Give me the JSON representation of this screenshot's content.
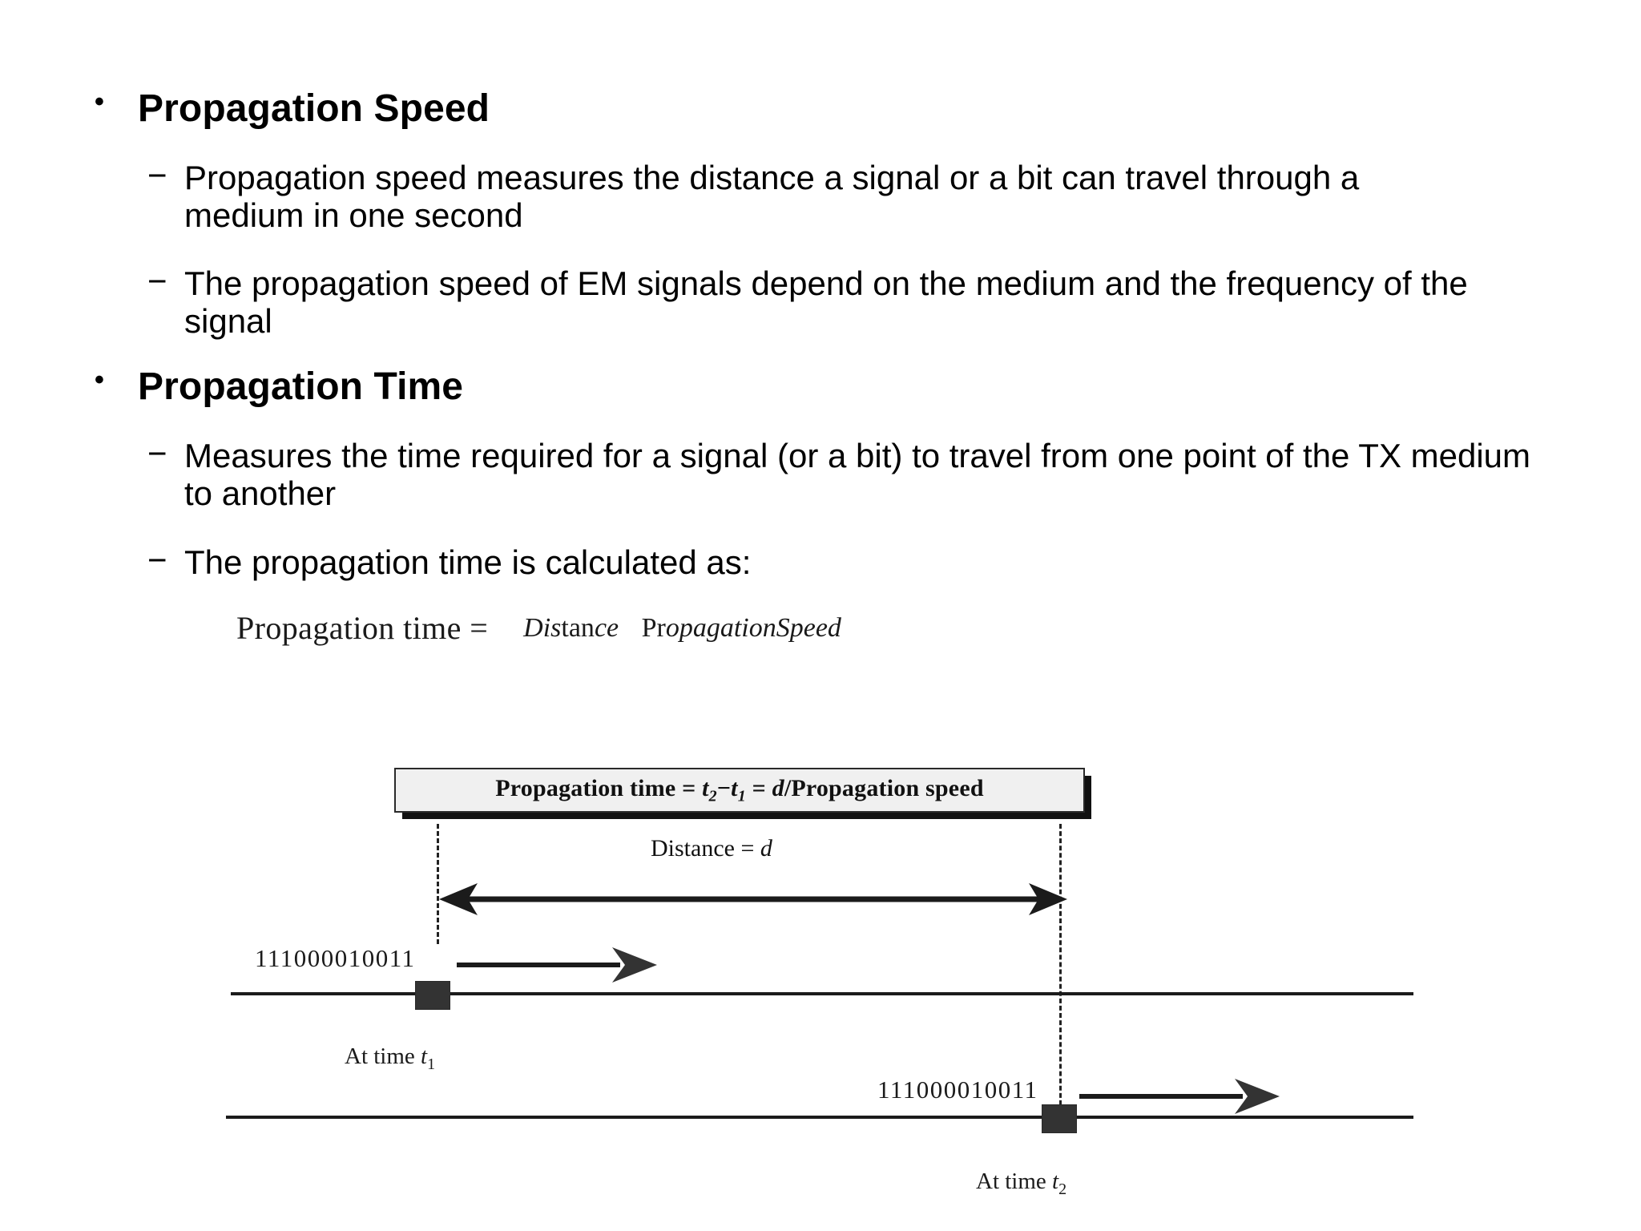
{
  "slide": {
    "bullets": [
      {
        "level": 1,
        "marker": "•",
        "text": "Propagation Speed"
      },
      {
        "level": 2,
        "marker": "−",
        "text": "Propagation speed measures the distance a signal or a bit can travel through a medium in one second"
      },
      {
        "level": 2,
        "marker": "−",
        "text": "The propagation speed of EM signals depend on the medium and the frequency of the signal"
      },
      {
        "level": 1,
        "marker": "•",
        "text": "Propagation Time"
      },
      {
        "level": 2,
        "marker": "−",
        "text": "Measures the time required for a signal (or a bit) to travel from one point of the TX medium to another"
      },
      {
        "level": 2,
        "marker": "−",
        "text": "The propagation time is calculated as:"
      }
    ]
  },
  "equation": {
    "lhs": "Propagation time =",
    "numerator": {
      "italic_part": "Dis",
      "roman_part": "tan",
      "italic_tail": "ce"
    },
    "denominator": {
      "roman_part": "Pr",
      "italic_part": "opagationSpeed"
    },
    "numerator_plain": "Distance",
    "denominator_plain": "Propagation Speed"
  },
  "figure": {
    "callout": {
      "prefix": "Propagation time = ",
      "t2": "t",
      "t2_sub": "2",
      "minus": "−",
      "t1": "t",
      "t1_sub": "1",
      "equals": " = ",
      "d": "d",
      "suffix": "/Propagation speed",
      "full_text": "Propagation time = t2 − t1 = d/Propagation speed"
    },
    "distance_label": {
      "prefix": "Distance = ",
      "symbol": "d"
    },
    "binary_top": "111000010011",
    "binary_bottom": "111000010011",
    "time_label_1": {
      "prefix": "At time ",
      "symbol": "t",
      "sub": "1"
    },
    "time_label_2": {
      "prefix": "At time ",
      "symbol": "t",
      "sub": "2"
    }
  },
  "colors": {
    "background": "#ffffff",
    "text": "#000000",
    "figure_ink": "#1b1b1b",
    "callout_fill": "#f0f0f0",
    "callout_border": "#2a2a2a",
    "block_fill": "#333333"
  }
}
